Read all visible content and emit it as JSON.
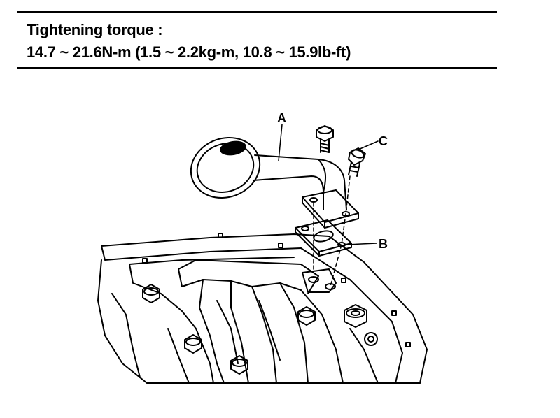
{
  "spec": {
    "title": "Tightening torque :",
    "value": "14.7 ~ 21.6N-m (1.5 ~ 2.2kg-m, 10.8 ~ 15.9lb-ft)"
  },
  "callouts": {
    "a": "A",
    "b": "B",
    "c": "C"
  }
}
